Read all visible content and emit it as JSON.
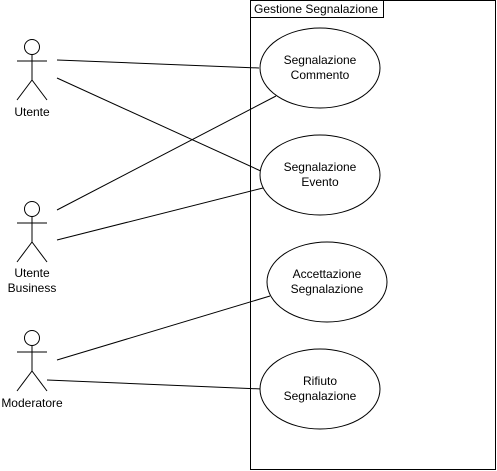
{
  "system": {
    "title": "Gestione Segnalazione"
  },
  "actors": {
    "utente": {
      "label": "Utente"
    },
    "utente_business": {
      "line1": "Utente",
      "line2": "Business"
    },
    "moderatore": {
      "label": "Moderatore"
    }
  },
  "use_cases": {
    "segnalazione_commento": {
      "line1": "Segnalazione",
      "line2": "Commento"
    },
    "segnalazione_evento": {
      "line1": "Segnalazione",
      "line2": "Evento"
    },
    "accettazione_segnalazione": {
      "line1": "Accettazione",
      "line2": "Segnalazione"
    },
    "rifiuto_segnalazione": {
      "line1": "Rifiuto",
      "line2": "Segnalazione"
    }
  },
  "colors": {
    "stroke": "#000000",
    "fill": "#ffffff"
  }
}
